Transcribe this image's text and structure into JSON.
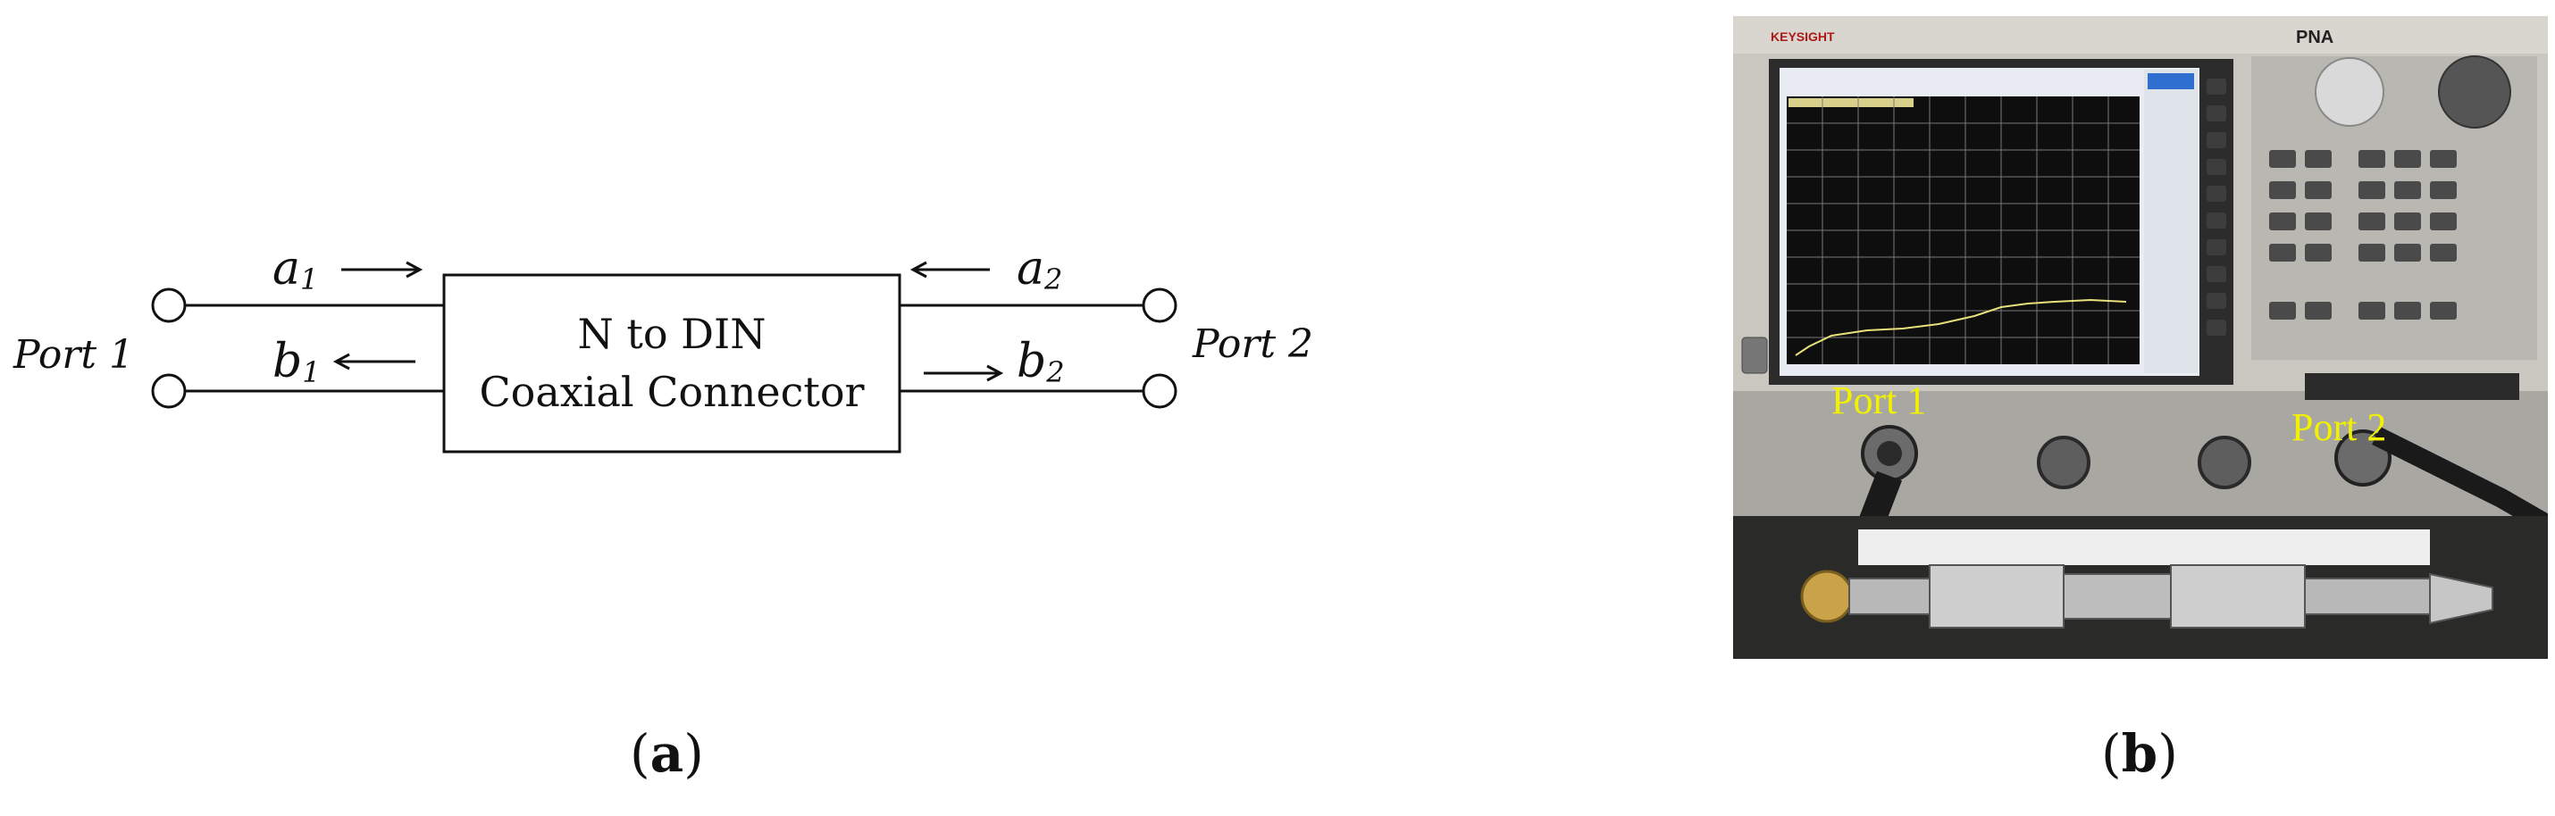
{
  "panel_a": {
    "box_line1": "N to DIN",
    "box_line2": "Coaxial Connector",
    "port1_label": "Port 1",
    "port2_label": "Port 2",
    "a1": "a",
    "a1_sub": "1",
    "b1": "b",
    "b1_sub": "1",
    "a2": "a",
    "a2_sub": "2",
    "b2": "b",
    "b2_sub": "2",
    "caption_letter": "a"
  },
  "panel_b": {
    "brand": "KEYSIGHT",
    "model": "PNA",
    "port1_label": "Port 1",
    "port2_label": "Port 2",
    "caption_letter": "b"
  }
}
